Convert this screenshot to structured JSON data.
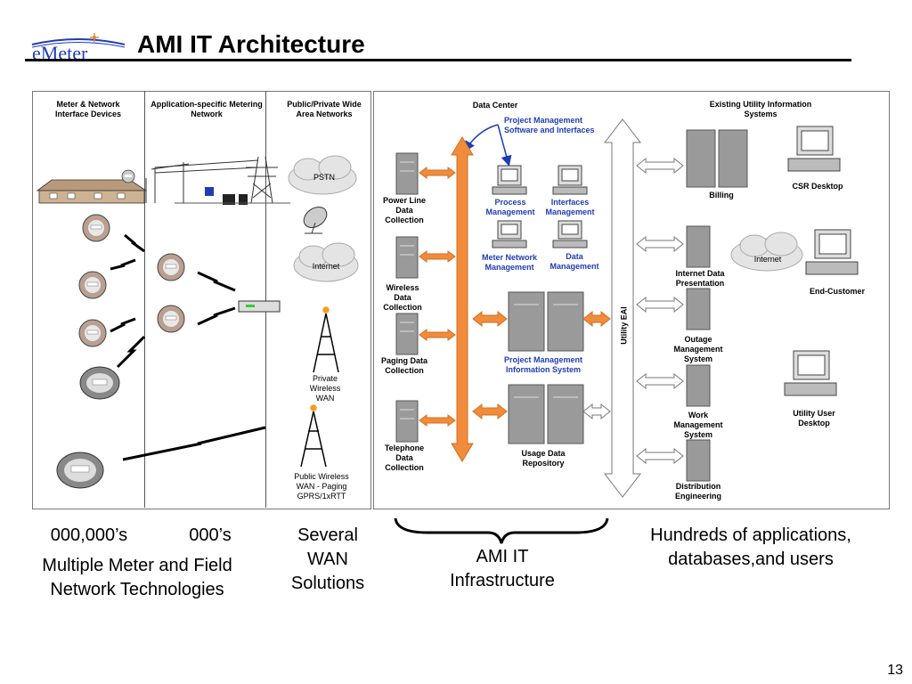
{
  "header": {
    "logo_text": "eMeter",
    "title": "AMI IT Architecture"
  },
  "left_panel": {
    "col1_title": "Meter & Network Interface Devices",
    "col2_title": "Application-specific Metering Network",
    "col3_title": "Public/Private Wide Area Networks",
    "pstn_label": "PSTN",
    "internet_label": "Internet",
    "private_wan_label": "Private Wireless WAN",
    "public_wan_label": "Public Wireless WAN - Paging GPRS/1xRTT"
  },
  "data_center": {
    "title": "Data Center",
    "pm_software": "Project Management Software and Interfaces",
    "collectors": [
      "Power Line Data Collection",
      "Wireless Data Collection",
      "Paging Data Collection",
      "Telephone Data Collection"
    ],
    "process_mgmt": "Process Management",
    "interfaces_mgmt": "Interfaces Management",
    "meter_network_mgmt": "Meter Network Management",
    "data_mgmt": "Data Management",
    "pm_info_system": "Project Management Information System",
    "usage_repo": "Usage Data Repository",
    "utility_eai": "Utility EAI"
  },
  "existing_systems": {
    "title": "Existing Utility Information Systems",
    "billing": "Billing",
    "csr_desktop": "CSR Desktop",
    "internet_label": "Internet",
    "internet_data_presentation": "Internet Data Presentation",
    "end_customer": "End-Customer",
    "outage_mgmt": "Outage Management System",
    "utility_user_desktop": "Utility User Desktop",
    "work_mgmt": "Work Management System",
    "distribution_eng": "Distribution Engineering"
  },
  "bottom": {
    "count1": "000,000’s",
    "count2": "000’s",
    "meter_tech": "Multiple Meter and Field Network Technologies",
    "wan_solutions": "Several WAN Solutions",
    "ami_infra": "AMI IT Infrastructure",
    "hundreds": "Hundreds of applications, databases,and users"
  },
  "page_number": "13",
  "colors": {
    "accent_orange": "#f08c3c",
    "label_blue": "#1f3cb5",
    "server_gray": "#9a9a9a"
  }
}
